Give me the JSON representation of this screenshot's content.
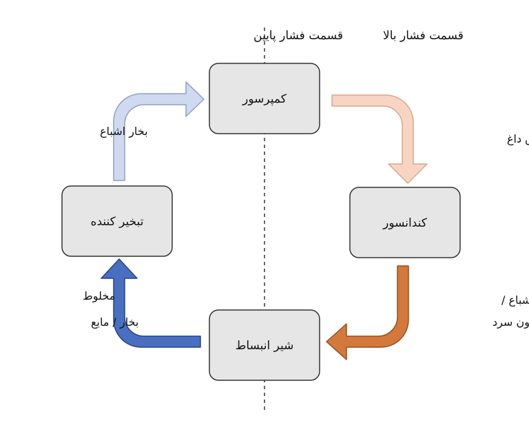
{
  "regions": {
    "low_pressure": "قسمت فشار پایین",
    "high_pressure": "قسمت فشار بالا"
  },
  "nodes": {
    "compressor": "کمپرسور",
    "condenser": "کندانسور",
    "expansion_valve": "شیر انبساط",
    "evaporator": "تبخیر کننده"
  },
  "flows": {
    "superheated": {
      "line1": "بخار فوق داغ"
    },
    "saturated_liquid": {
      "line1": "مایع اشباع /",
      "line2": "مادون سرد"
    },
    "mixture": {
      "line1": "مخلوط",
      "line2": "بخار / مایع"
    },
    "saturated_vapor": {
      "line1": "بخار اشباع"
    }
  },
  "colors": {
    "box_fill": "#e6e6e6",
    "box_stroke": "#333333",
    "divider": "#333333",
    "arrow_superheated_fill": "#f7d5c2",
    "arrow_superheated_stroke": "#dca58a",
    "arrow_liquid_fill": "#d2793b",
    "arrow_liquid_stroke": "#9a4d1d",
    "arrow_mixture_fill": "#4a6fc1",
    "arrow_mixture_stroke": "#23438a",
    "arrow_vapor_fill": "#cfd9f0",
    "arrow_vapor_stroke": "#8d9fc9"
  }
}
